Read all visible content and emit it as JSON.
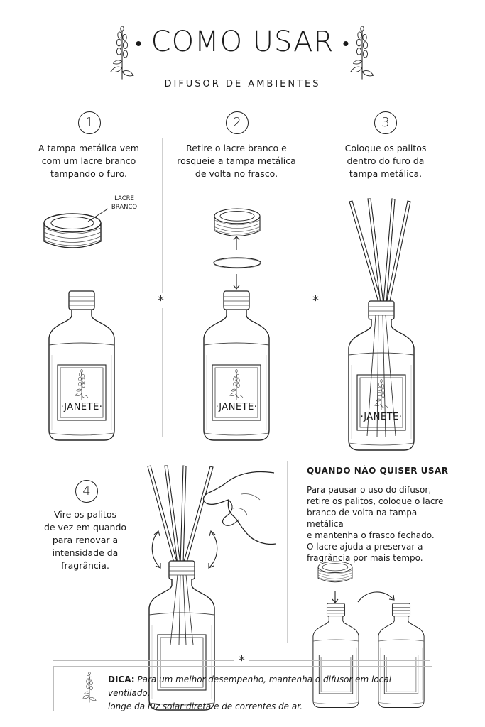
{
  "header": {
    "title": "COMO USAR",
    "subtitle": "DIFUSOR DE AMBIENTES"
  },
  "steps": [
    {
      "number": "1",
      "text_lines": [
        "A tampa metálica vem",
        "com um lacre branco",
        "tampando o furo."
      ]
    },
    {
      "number": "2",
      "text_lines": [
        "Retire o lacre branco e",
        "rosqueie a tampa metálica",
        "de volta no frasco."
      ]
    },
    {
      "number": "3",
      "text_lines": [
        "Coloque os palitos",
        "dentro do furo da",
        "tampa metálica."
      ]
    },
    {
      "number": "4",
      "text_lines": [
        "Vire os palitos",
        "de vez em quando",
        "para renovar a",
        "intensidade da",
        "fragrância."
      ]
    }
  ],
  "lacre_label_lines": [
    "LACRE",
    "BRANCO"
  ],
  "brand_label": "JANETE",
  "side_panel": {
    "title": "QUANDO NÃO QUISER USAR",
    "text_lines": [
      "Para pausar o uso do difusor,",
      "retire os palitos, coloque o lacre",
      "branco de volta na tampa metálica",
      "e mantenha o frasco fechado.",
      "O lacre ajuda a preservar a",
      "fragrância por mais tempo."
    ]
  },
  "tip": {
    "label": "DICA:",
    "text_line1": "Para um melhor desempenho, mantenha o difusor em local ventilado,",
    "text_line2": "longe da luz solar direta e de correntes de ar."
  },
  "separators": {
    "asterisk": "*"
  },
  "icons": [
    "lavender-sprig-icon",
    "bottle-illustration",
    "cap-illustration",
    "reed-stick-illustration",
    "hand-illustration",
    "rotation-arrow-icon"
  ]
}
